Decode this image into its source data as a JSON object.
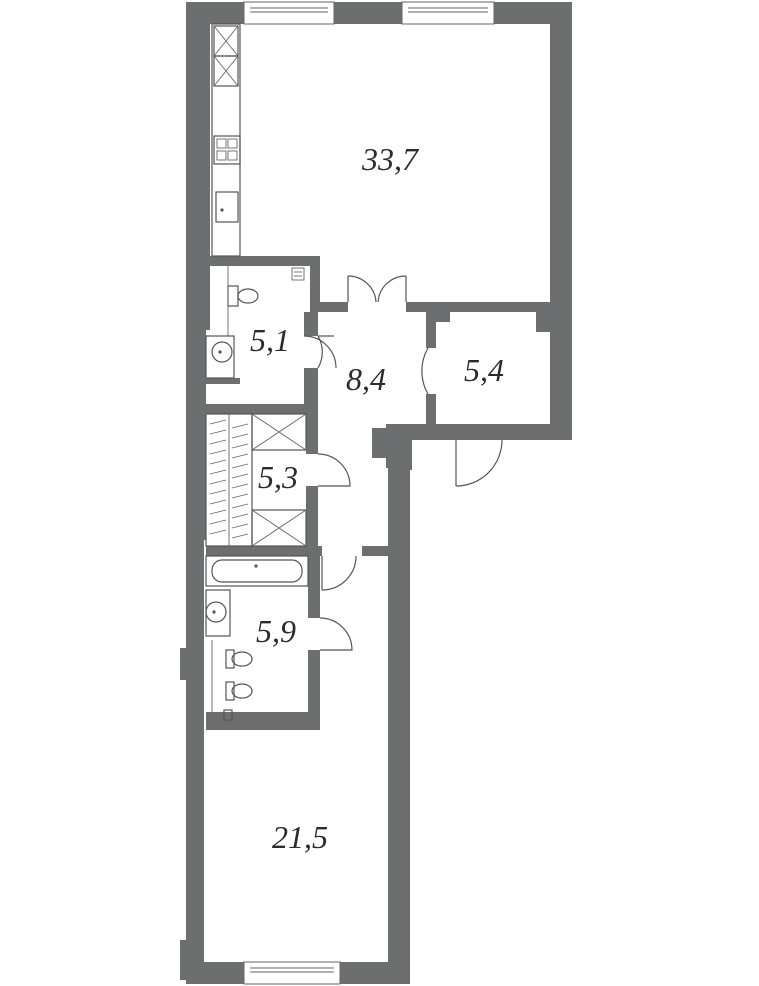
{
  "plan": {
    "rooms": [
      {
        "id": "living-kitchen",
        "area": "33,7"
      },
      {
        "id": "wc",
        "area": "5,1"
      },
      {
        "id": "hall",
        "area": "8,4"
      },
      {
        "id": "room-small",
        "area": "5,4"
      },
      {
        "id": "wardrobe",
        "area": "5,3"
      },
      {
        "id": "bathroom",
        "area": "5,9"
      },
      {
        "id": "bedroom",
        "area": "21,5"
      }
    ],
    "colors": {
      "wall": "#6d6e70",
      "background": "#ffffff",
      "label": "#2b2b2b"
    },
    "icons": [
      "window-icon",
      "door-icon",
      "double-door-icon",
      "stove-icon",
      "sink-icon",
      "toilet-icon",
      "bidet-icon",
      "bathtub-icon",
      "washbasin-icon",
      "cabinet-icon",
      "wardrobe-rail-icon"
    ]
  }
}
